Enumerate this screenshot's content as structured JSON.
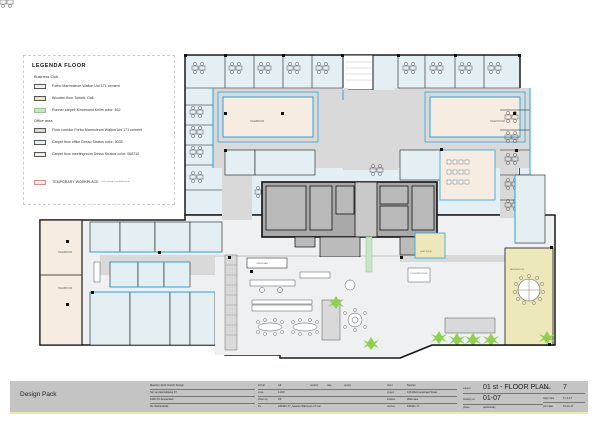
{
  "legend": {
    "title": "LEGENDA FLOOR",
    "sections": [
      {
        "heading": "Business Club",
        "items": [
          {
            "label": "Forbo Marmoleum Walton Uni 171 cement",
            "color": "#eef0f1",
            "border": "#555555"
          },
          {
            "label": "Wooden floor  Tarkett: Oak.",
            "color": "#ece8b9",
            "border": "#555555"
          },
          {
            "label": "Runner carpet:  Kinnesand Kelim color: 462",
            "color": "#c9e6c4",
            "border": "#9ac494"
          }
        ]
      },
      {
        "heading": "Office area",
        "items": [
          {
            "label": "Floor corridor Forbo Marmoleum Walton Uni 171 cement",
            "color": "#d9d9d9",
            "border": "#555555"
          },
          {
            "label": "Carpet floor office  Desso Stratos color: 9035",
            "color": "#e3eff3",
            "border": "#555555"
          },
          {
            "label": "Carpet floor meetingroom  Desso Stratos color: 068710",
            "color": "#f6ece1",
            "border": "#555555"
          }
        ]
      }
    ],
    "temporary": {
      "label": "TEMPORARY WORKPLACE",
      "note": "(to be placed if needed/wanted)",
      "color": "#eef0f3",
      "border": "#e28b8b"
    }
  },
  "plan": {
    "rooms": {
      "teamroom_1": "TEAMROOM",
      "teamroom_2": "TEAM ROOM",
      "teamroom_3": "TEAMROOM",
      "teamroom_4": "TEAMROOM",
      "meetingroom": "MEETINGROOM",
      "quiet_room": "QUIET ROOM",
      "coffee": "COFFEE BAR",
      "counter": "LUNCH BAR",
      "copy": "COPY/PRINT ROOM"
    },
    "colors": {
      "office": "#e3eff3",
      "meeting": "#f6ece1",
      "corridor": "#d9d9d9",
      "core": "#a9a9a9",
      "wood": "#ece8b9",
      "club": "#eef0f1",
      "runner": "#c9e6c4",
      "blue_wall": "#2aa3d9",
      "wall": "#1a1a1a",
      "plant": "#8fd14f"
    }
  },
  "titleblock": {
    "project_label": "Design Pack",
    "office": [
      "Maarten Janik Interior Design",
      "Nic ven Eleinaltjweg 37",
      "1000 XC  Amsterdam",
      "the Netherlands"
    ],
    "format": {
      "key": "format",
      "value": "A3"
    },
    "scale": {
      "key": "scale",
      "value": "1:200"
    },
    "drawing": {
      "key": "drawn by",
      "value": "XX"
    },
    "file": {
      "key": "file",
      "value": "180101-T7_Spaces Warmoes 27.cnn"
    },
    "revision_headers": [
      "revision",
      "date",
      "review"
    ],
    "client": {
      "key": "client",
      "value": "Spaces"
    },
    "project": {
      "key": "project",
      "value": "100 Warmoesstraat Street"
    },
    "location": {
      "key": "location",
      "value": "Warmoes"
    },
    "number": {
      "key": "number",
      "value": "180101-77"
    },
    "subject": {
      "key": "subject",
      "value": "01 st - FLOOR PLAN"
    },
    "drawing_no": {
      "key": "drawing no",
      "value": "01-07"
    },
    "phase": {
      "key": "phase",
      "value": "preliminary"
    },
    "sheet_number": {
      "key": "number",
      "value": "7"
    },
    "origin_date": {
      "key": "origin date",
      "value": "17-0-17"
    },
    "print_date": {
      "key": "print date",
      "value": "16-10-17"
    }
  }
}
